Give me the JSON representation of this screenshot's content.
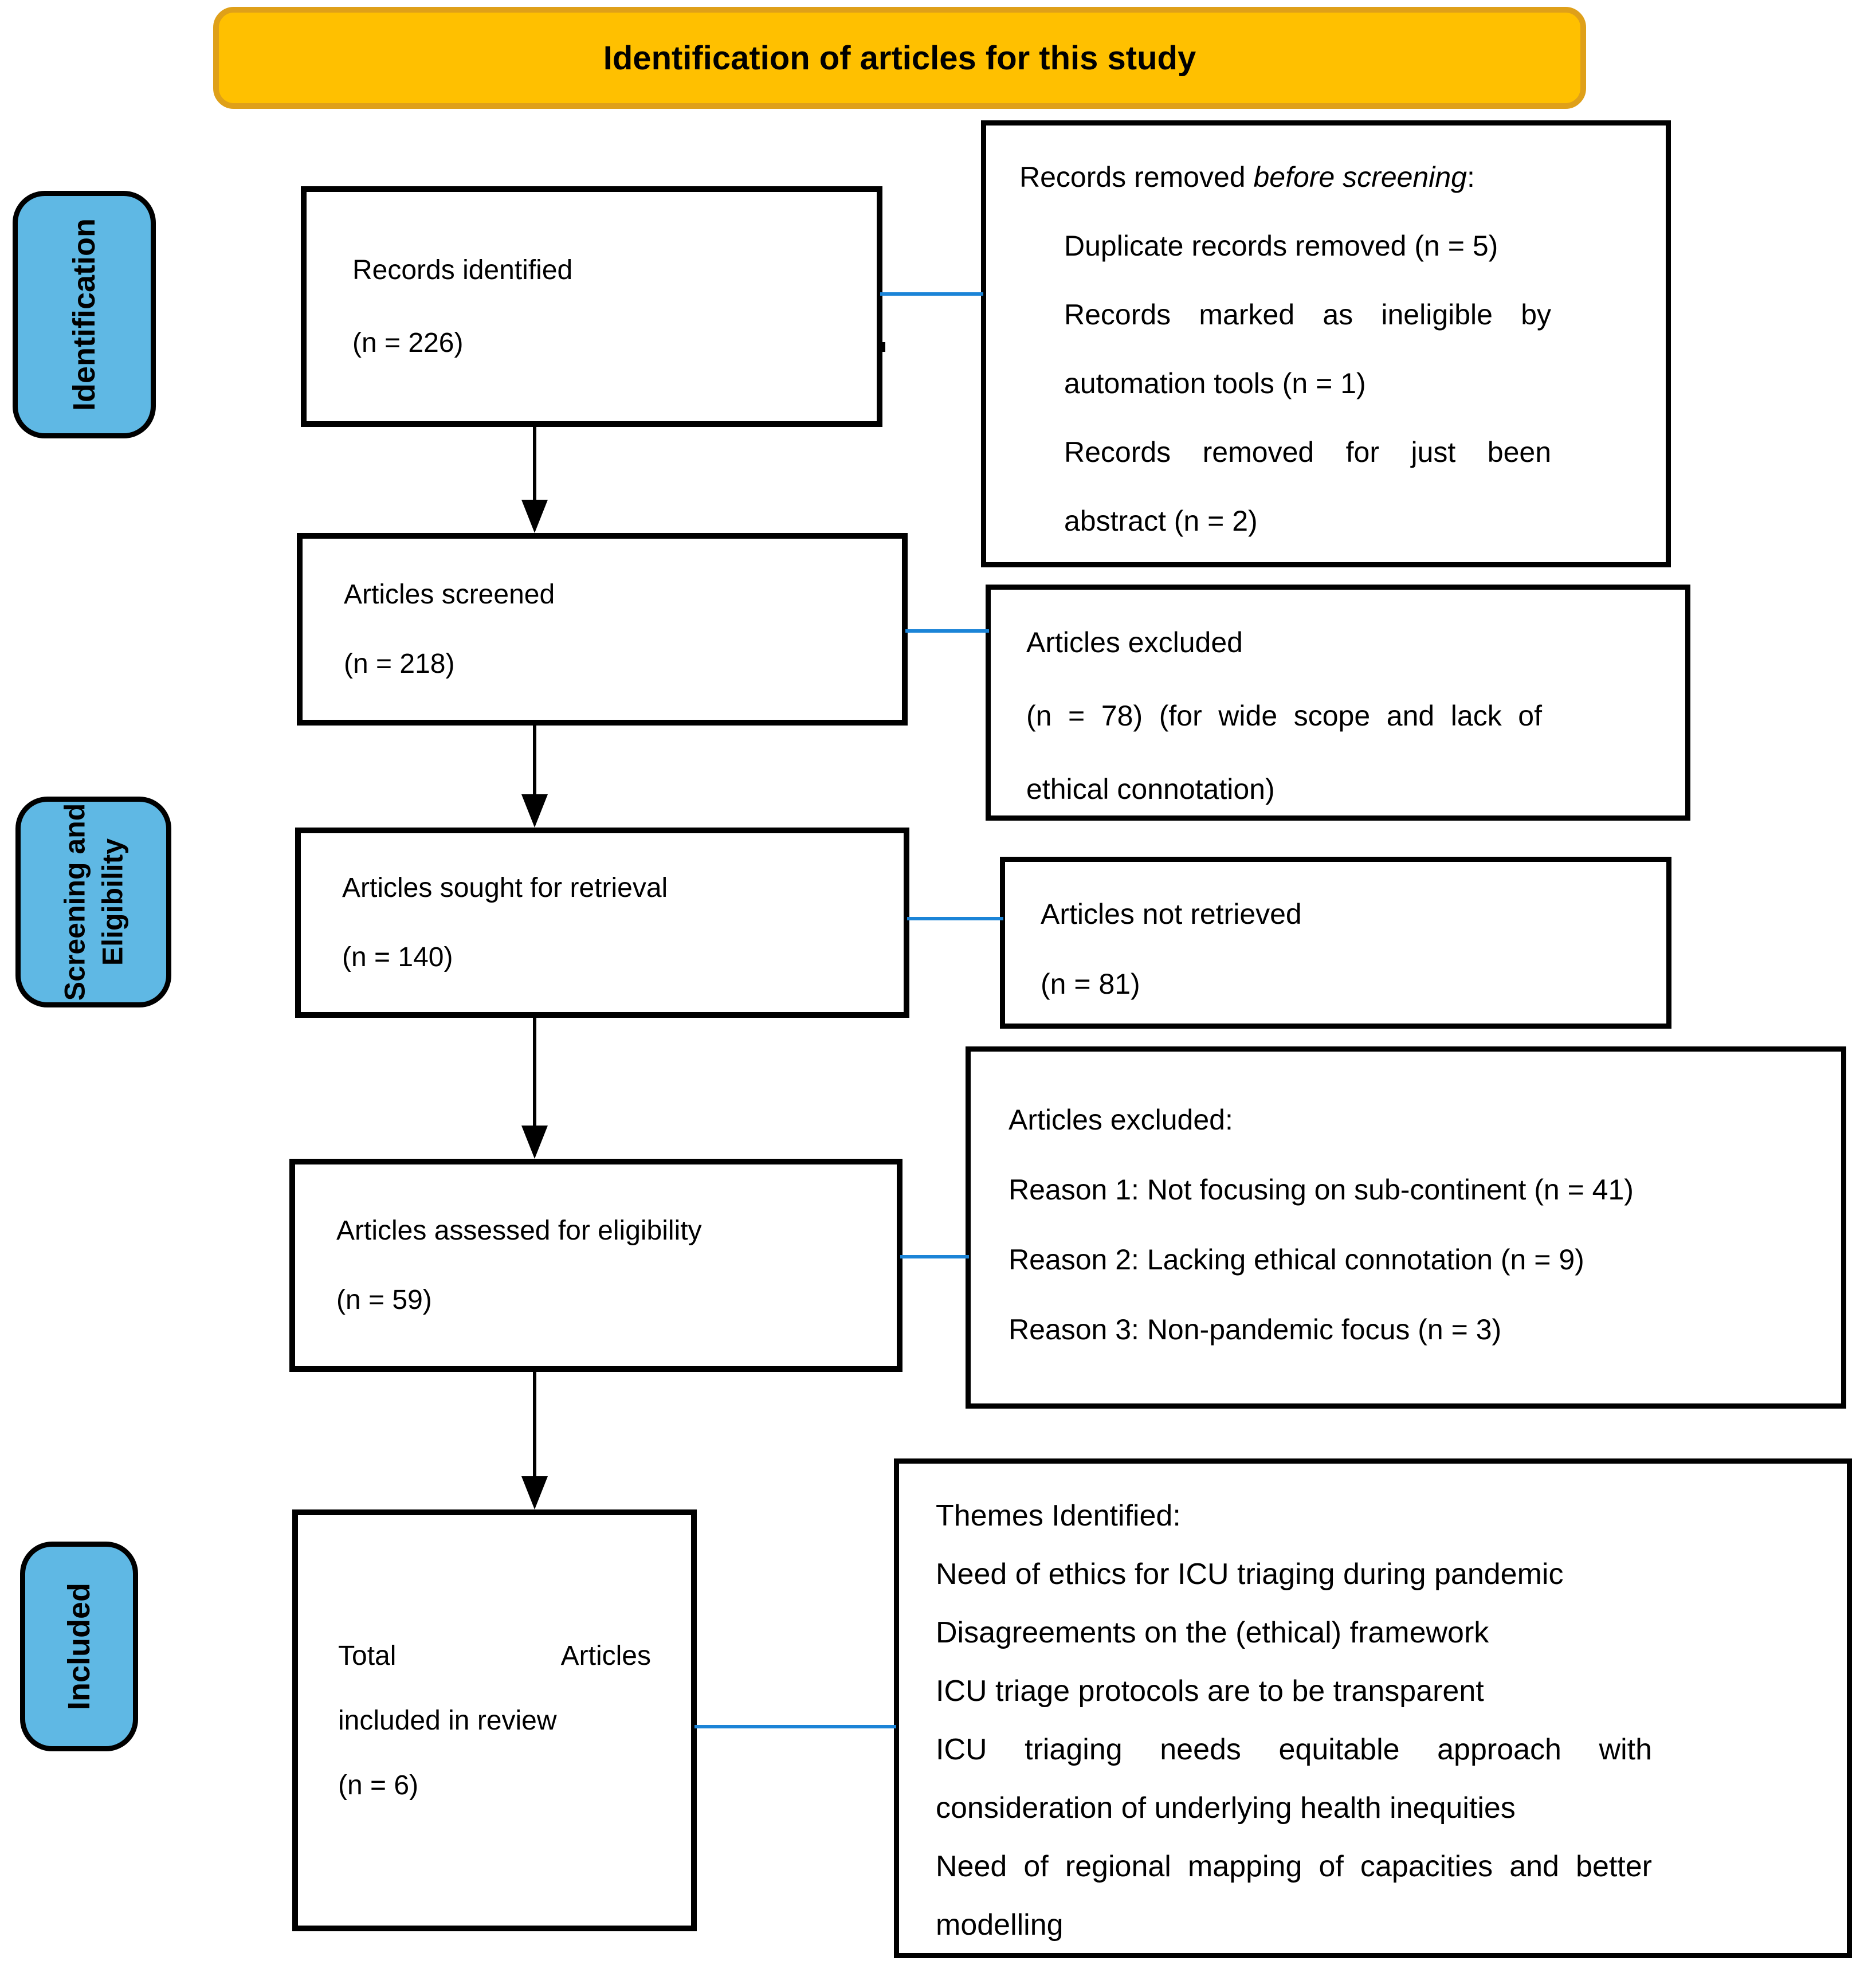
{
  "figure": {
    "title_banner": "Identification of articles for this study"
  },
  "sidebar": {
    "identification_label": "Identification",
    "screening_label_line1": "Screening and",
    "screening_label_line2": "Eligibility",
    "included_label": "Included"
  },
  "flow": {
    "records_identified": {
      "title": "Records identified",
      "count": "(n = 226)"
    },
    "articles_screened": {
      "title": "Articles screened",
      "count": "(n = 218)"
    },
    "articles_sought": {
      "title": "Articles sought for retrieval",
      "count": "(n = 140)"
    },
    "articles_assessed": {
      "title": "Articles assessed for eligibility",
      "count": "(n = 59)"
    },
    "total_included": {
      "title": "Total Articles",
      "line2": "included in review",
      "count": "(n = 6)"
    }
  },
  "exclusions": {
    "records_removed": {
      "intro_prefix": "Records removed ",
      "intro_emphasis": "before screening",
      "intro_suffix": ":",
      "items": [
        "Duplicate records removed (n = 5)",
        "Records marked as ineligible by automation tools (n = 1)",
        "Records removed for just been abstract (n = 2)"
      ]
    },
    "articles_excluded_screening": {
      "title": "Articles excluded",
      "detail": "(n = 78) (for wide scope and lack of ethical connotation)"
    },
    "articles_not_retrieved": {
      "title": "Articles not retrieved",
      "count": "(n = 81)"
    },
    "articles_excluded_eligibility": {
      "title": "Articles excluded:",
      "reasons": [
        "Reason 1: Not focusing on sub-continent (n = 41)",
        "Reason 2: Lacking ethical connotation (n = 9)",
        "Reason 3: Non-pandemic focus (n = 3)"
      ]
    },
    "themes": {
      "title": "Themes Identified:",
      "items": [
        "Need of ethics for ICU triaging during pandemic",
        "Disagreements on the (ethical) framework",
        "ICU triage protocols are to be transparent",
        "ICU triaging needs equitable approach with consideration of underlying health inequities",
        "Need of regional mapping of capacities and better modelling"
      ]
    }
  },
  "colors": {
    "banner_fill": "#FFC000",
    "banner_border": "#DFA019",
    "sidebar_fill": "#5FB8E4",
    "connector_blue": "#1B84D7",
    "box_border": "#000000"
  }
}
